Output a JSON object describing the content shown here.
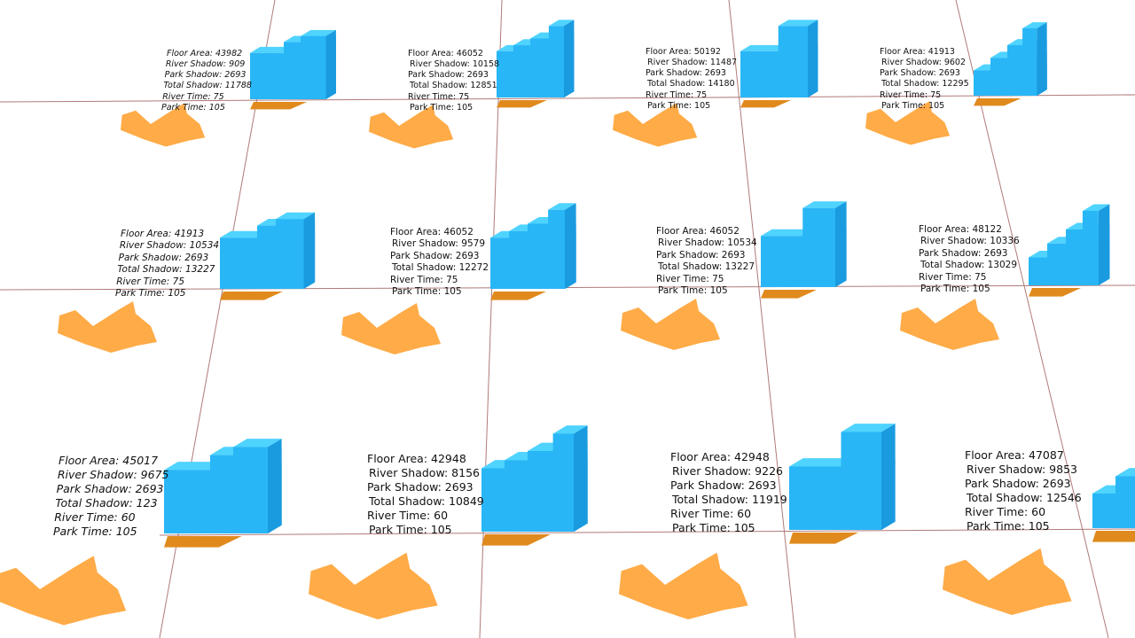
{
  "colors": {
    "background": "#ffffff",
    "grid_line": "#b07a7a",
    "massing_front": "#29b6f6",
    "massing_top": "#4fd3ff",
    "massing_side": "#1a9be0",
    "shadow": "#ffab47",
    "shadow_dark": "#e08a1e",
    "text": "#111111"
  },
  "field_labels": {
    "floor_area": "Floor Area",
    "river_shadow": "River Shadow",
    "park_shadow": "Park Shadow",
    "total_shadow": "Total Shadow",
    "river_time": "River Time",
    "park_time": "Park Time"
  },
  "options": [
    {
      "row": 0,
      "col": 0,
      "floor_area": "43982",
      "river_shadow": "909",
      "park_shadow": "2693",
      "total_shadow": "11788",
      "river_time": "75",
      "park_time": "105"
    },
    {
      "row": 0,
      "col": 1,
      "floor_area": "46052",
      "river_shadow": "10158",
      "park_shadow": "2693",
      "total_shadow": "12851",
      "river_time": "75",
      "park_time": "105"
    },
    {
      "row": 0,
      "col": 2,
      "floor_area": "50192",
      "river_shadow": "11487",
      "park_shadow": "2693",
      "total_shadow": "14180",
      "river_time": "75",
      "park_time": "105"
    },
    {
      "row": 0,
      "col": 3,
      "floor_area": "41913",
      "river_shadow": "9602",
      "park_shadow": "2693",
      "total_shadow": "12295",
      "river_time": "75",
      "park_time": "105"
    },
    {
      "row": 1,
      "col": 0,
      "floor_area": "41913",
      "river_shadow": "10534",
      "park_shadow": "2693",
      "total_shadow": "13227",
      "river_time": "75",
      "park_time": "105"
    },
    {
      "row": 1,
      "col": 1,
      "floor_area": "46052",
      "river_shadow": "9579",
      "park_shadow": "2693",
      "total_shadow": "12272",
      "river_time": "75",
      "park_time": "105"
    },
    {
      "row": 1,
      "col": 2,
      "floor_area": "46052",
      "river_shadow": "10534",
      "park_shadow": "2693",
      "total_shadow": "13227",
      "river_time": "75",
      "park_time": "105"
    },
    {
      "row": 1,
      "col": 3,
      "floor_area": "48122",
      "river_shadow": "10336",
      "park_shadow": "2693",
      "total_shadow": "13029",
      "river_time": "75",
      "park_time": "105"
    },
    {
      "row": 2,
      "col": 0,
      "floor_area": "45017",
      "river_shadow": "9675",
      "park_shadow": "2693",
      "total_shadow": "123",
      "river_time": "60",
      "park_time": "105"
    },
    {
      "row": 2,
      "col": 1,
      "floor_area": "42948",
      "river_shadow": "8156",
      "park_shadow": "2693",
      "total_shadow": "10849",
      "river_time": "60",
      "park_time": "105"
    },
    {
      "row": 2,
      "col": 2,
      "floor_area": "42948",
      "river_shadow": "9226",
      "park_shadow": "2693",
      "total_shadow": "11919",
      "river_time": "60",
      "park_time": "105"
    },
    {
      "row": 2,
      "col": 3,
      "floor_area": "47087",
      "river_shadow": "9853",
      "park_shadow": "2693",
      "total_shadow": "12546",
      "river_time": "60",
      "park_time": "105"
    }
  ]
}
